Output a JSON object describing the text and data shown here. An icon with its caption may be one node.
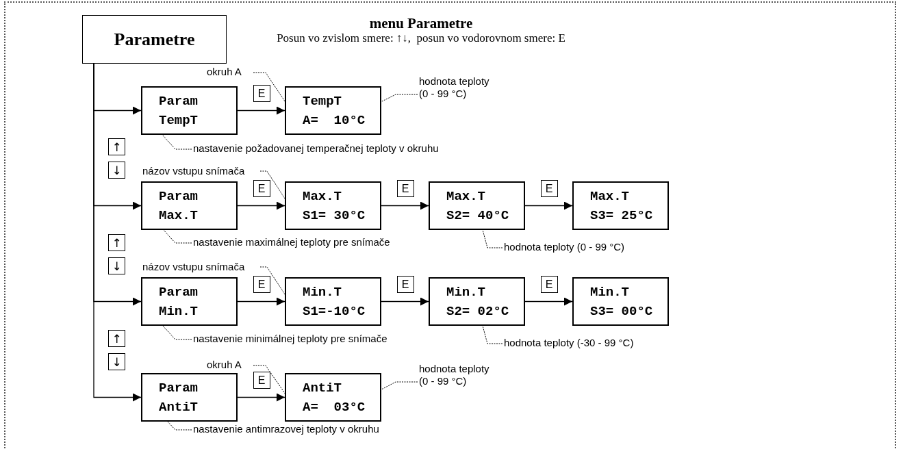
{
  "diagram": {
    "title": "menu Parametre",
    "nodes": [
      {
        "text": [
          "Parametre"
        ]
      },
      {
        "text": [
          "Param",
          "TempT"
        ]
      },
      {
        "text": [
          "TempT",
          "A=  10°C"
        ]
      },
      {
        "text": [
          "Param",
          "Max.T"
        ]
      },
      {
        "text": [
          "Max.T",
          "S1= 30°C"
        ]
      },
      {
        "text": [
          "Max.T",
          "S2= 40°C"
        ]
      },
      {
        "text": [
          "Max.T",
          "S3= 25°C"
        ]
      },
      {
        "text": [
          "Param",
          "Min.T"
        ]
      },
      {
        "text": [
          "Min.T",
          "S1=-10°C"
        ]
      },
      {
        "text": [
          "Min.T",
          "S2= 02°C"
        ]
      },
      {
        "text": [
          "Min.T",
          "S3= 00°C"
        ]
      },
      {
        "text": [
          "Param",
          "AntiT"
        ]
      },
      {
        "text": [
          "AntiT",
          "A=  03°C"
        ]
      },
      {
        "text": [
          "okruh A"
        ]
      },
      {
        "text": [
          "hodnota teploty (0 - 99 °C)"
        ]
      },
      {
        "text": [
          "nastavenie požadovanej temperačnej teploty v okruhu"
        ]
      },
      {
        "text": [
          "názov vstupu snímača"
        ]
      },
      {
        "text": [
          "nastavenie maximálnej teploty pre snímače"
        ]
      },
      {
        "text": [
          "hodnota teploty (0 - 99 °C)"
        ]
      },
      {
        "text": [
          "názov vstupu snímača"
        ]
      },
      {
        "text": [
          "nastavenie minimálnej teploty pre snímače"
        ]
      },
      {
        "text": [
          "hodnota teploty (-30 - 99 °C)"
        ]
      },
      {
        "text": [
          "okruh A"
        ]
      },
      {
        "text": [
          "hodnota teploty (0 - 99 °C)"
        ]
      },
      {
        "text": [
          "nastavenie antimrazovej teploty v okruhu"
        ]
      }
    ],
    "edges": [
      {
        "from": 0,
        "to": 1,
        "arrow": "to"
      },
      {
        "from": 1,
        "to": 2,
        "arrow": "to",
        "label": "E"
      },
      {
        "from": 0,
        "to": 3,
        "arrow": "to"
      },
      {
        "from": 3,
        "to": 4,
        "arrow": "to",
        "label": "E"
      },
      {
        "from": 4,
        "to": 5,
        "arrow": "to",
        "label": "E"
      },
      {
        "from": 5,
        "to": 6,
        "arrow": "to",
        "label": "E"
      },
      {
        "from": 0,
        "to": 7,
        "arrow": "to"
      },
      {
        "from": 7,
        "to": 8,
        "arrow": "to",
        "label": "E"
      },
      {
        "from": 8,
        "to": 9,
        "arrow": "to",
        "label": "E"
      },
      {
        "from": 9,
        "to": 10,
        "arrow": "to",
        "label": "E"
      },
      {
        "from": 0,
        "to": 11,
        "arrow": "to"
      },
      {
        "from": 11,
        "to": 12,
        "arrow": "to",
        "label": "E"
      },
      {
        "from": 13,
        "to": 2,
        "arrow": "none",
        "style": "dashed"
      },
      {
        "from": 14,
        "to": 2,
        "arrow": "none",
        "style": "dashed"
      },
      {
        "from": 15,
        "to": 1,
        "arrow": "none",
        "style": "dashed"
      },
      {
        "from": 16,
        "to": 4,
        "arrow": "none",
        "style": "dashed"
      },
      {
        "from": 17,
        "to": 3,
        "arrow": "none",
        "style": "dashed"
      },
      {
        "from": 18,
        "to": 5,
        "arrow": "none",
        "style": "dashed"
      },
      {
        "from": 19,
        "to": 8,
        "arrow": "none",
        "style": "dashed"
      },
      {
        "from": 20,
        "to": 7,
        "arrow": "none",
        "style": "dashed"
      },
      {
        "from": 21,
        "to": 9,
        "arrow": "none",
        "style": "dashed"
      },
      {
        "from": 22,
        "to": 12,
        "arrow": "none",
        "style": "dashed"
      },
      {
        "from": 23,
        "to": 12,
        "arrow": "none",
        "style": "dashed"
      },
      {
        "from": 24,
        "to": 11,
        "arrow": "none",
        "style": "dashed"
      }
    ],
    "labels": [
      "Posun vo zvislom smere: ↑↓,  posun vo vodorovnom smere: E",
      "↑",
      "↓",
      "↑",
      "↓",
      "↑",
      "↓"
    ]
  }
}
